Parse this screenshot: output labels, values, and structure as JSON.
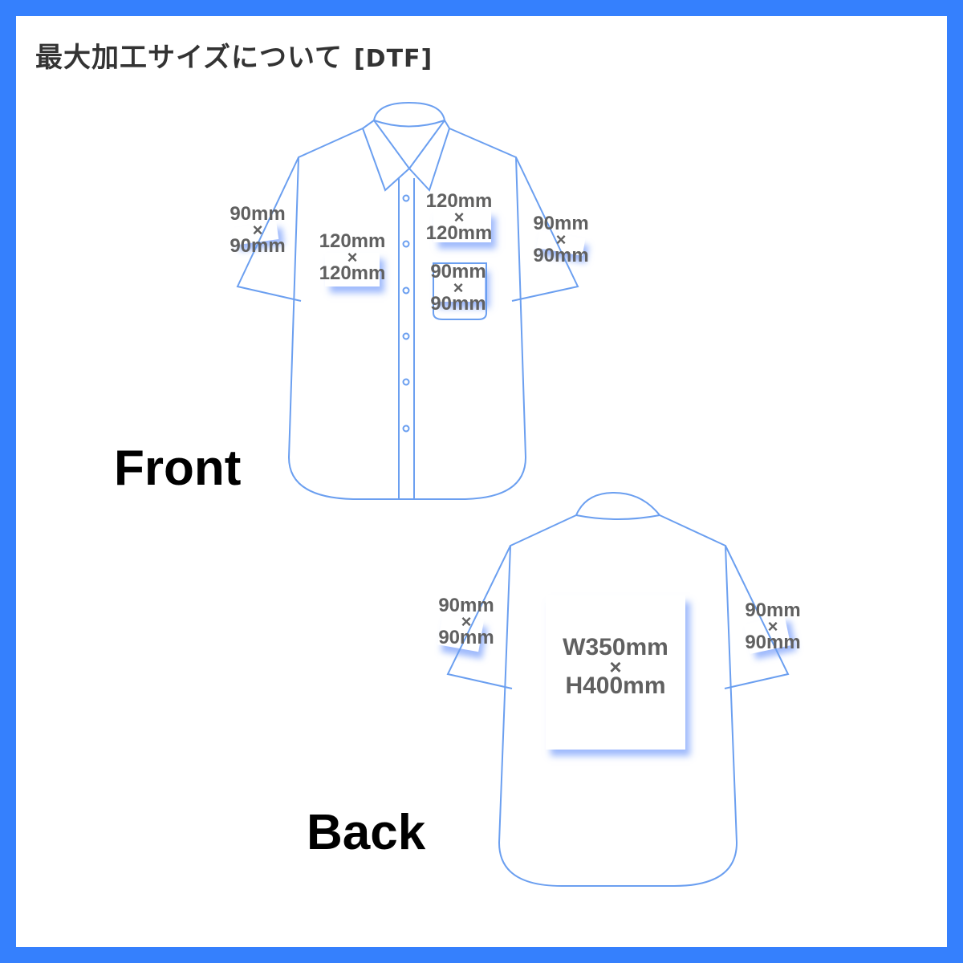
{
  "header": {
    "title": "最大加工サイズについて",
    "tag": "[DTF]"
  },
  "colors": {
    "frame": "#3580fd",
    "outline": "#6b9ff0",
    "label_text": "#606060",
    "title_text": "#333333"
  },
  "front": {
    "view_label": "Front",
    "areas": [
      {
        "name": "right-sleeve",
        "w": "90mm",
        "x": "×",
        "h": "90mm"
      },
      {
        "name": "right-chest",
        "w": "120mm",
        "x": "×",
        "h": "120mm"
      },
      {
        "name": "left-chest",
        "w": "120mm",
        "x": "×",
        "h": "120mm"
      },
      {
        "name": "pocket",
        "w": "90mm",
        "x": "×",
        "h": "90mm"
      },
      {
        "name": "left-sleeve",
        "w": "90mm",
        "x": "×",
        "h": "90mm"
      }
    ]
  },
  "back": {
    "view_label": "Back",
    "areas": [
      {
        "name": "left-sleeve",
        "w": "90mm",
        "x": "×",
        "h": "90mm"
      },
      {
        "name": "back-body",
        "w": "W350mm",
        "x": "×",
        "h": "H400mm"
      },
      {
        "name": "right-sleeve",
        "w": "90mm",
        "x": "×",
        "h": "90mm"
      }
    ]
  }
}
